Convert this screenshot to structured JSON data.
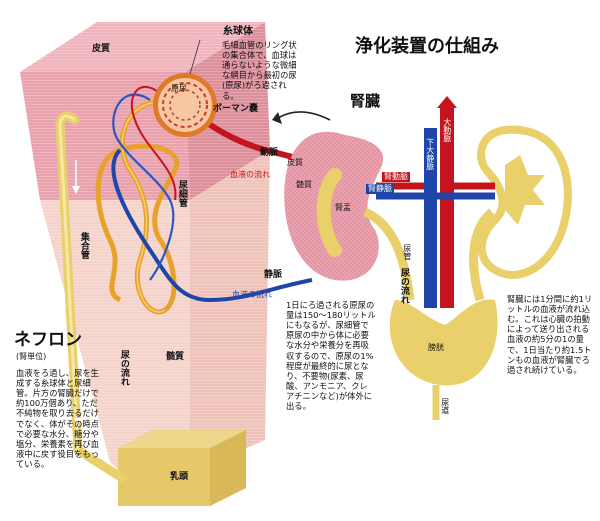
{
  "title": "浄化装置の仕組み",
  "kidney": {
    "title": "腎臓",
    "cortex": "皮質",
    "medulla": "髄質",
    "pelvis": "腎盂",
    "renal_artery": "腎動脈",
    "renal_vein": "腎静脈",
    "aorta": "大動脈",
    "vena_cava": "下大静脈",
    "ureter": "尿管",
    "bladder": "膀胱",
    "urethra": "尿道"
  },
  "nephron": {
    "title": "ネフロン",
    "subtitle": "(腎単位)",
    "cortex": "皮質",
    "medulla": "髄質",
    "papilla": "乳頭",
    "glomerulus": "糸球体",
    "glomerulus_desc": "毛細血管のリング状の集合体で、血球は通らないような微細な網目から最初の尿(原尿)がろ過される。",
    "primary_urine": "原尿",
    "bowman": "ボーマン嚢",
    "artery": "動脈",
    "vein": "静脈",
    "blood_flow_1": "血液の流れ",
    "blood_flow_2": "血液の流れ",
    "renal_tubule": "尿細管",
    "collecting_duct": "集合管",
    "urine_flow_1": "尿の流れ",
    "urine_flow_2": "尿の流れ",
    "description": "血液をろ過し、尿を生成する糸球体と尿細管。片方の腎臓だけで約100万個あり、ただ不純物を取り去るだけでなく、体がその時点で必要な水分、糖分や塩分、栄養素を再び血液中に戻す役目をもっている。"
  },
  "notes": {
    "filtration": "1日にろ過される原尿の量は150〜180リットルにもなるが、尿細管で原尿の中から体に必要な水分や栄養分を再吸収するので、原尿の1%程度が最終的に尿となり、不要物(尿素、尿酸、アンモニア、クレアチニンなど)が体外に出る。",
    "blood_flow": "腎臓には1分間に約1リットルの血液が流れ込む。これは心臓の拍動によって送り出される血液の約5分の1の量で、1日当たり約1.5トンもの血液が腎臓でろ過され続けている。"
  },
  "colors": {
    "cortex": "#e9a2ad",
    "medulla": "#f4d3cb",
    "urine_yellow": "#e9d06a",
    "artery_red": "#c4141e",
    "vein_blue": "#1e46a8",
    "tubule_orange": "#e8a22c"
  }
}
